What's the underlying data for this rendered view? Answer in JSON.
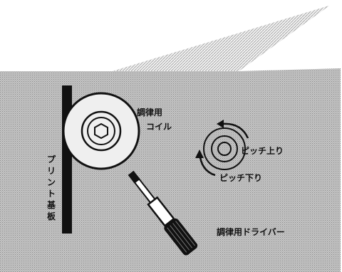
{
  "labels": {
    "coil_line1": "調律用",
    "coil_line2": "コイル",
    "pitch_up": "ピッチ上り",
    "pitch_down": "ピッチ下り",
    "driver": "調律用ドライバー",
    "board": "プリント基板"
  },
  "colors": {
    "panel": "#b3b3b3",
    "ink": "#111111",
    "background": "#ffffff"
  },
  "icons": [
    "coil-icon",
    "screwdriver-icon",
    "rotation-arrow-icon"
  ]
}
